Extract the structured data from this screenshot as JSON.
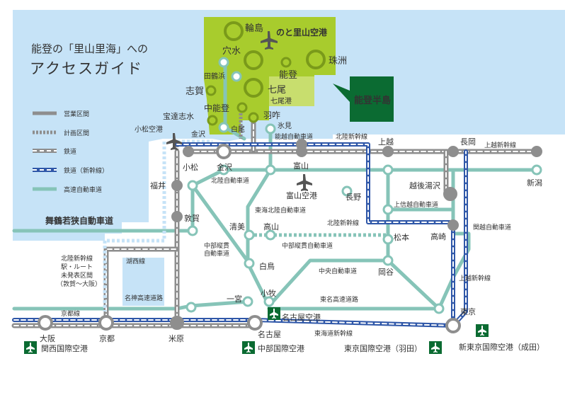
{
  "title": {
    "line1": "能登の「里山里海」への",
    "line2": "アクセスガイド"
  },
  "legend": [
    {
      "key": "operating",
      "label": "営業区間"
    },
    {
      "key": "planned",
      "label": "計画区間"
    },
    {
      "key": "rail",
      "label": "鉄道"
    },
    {
      "key": "shinkansen",
      "label": "鉄道（新幹線）"
    },
    {
      "key": "expressway",
      "label": "高速自動車道"
    }
  ],
  "peninsula_label": "能登半島",
  "noto_airport": "のと里山空港",
  "noto_places": [
    {
      "id": "wajima",
      "label": "輪島"
    },
    {
      "id": "anamizu",
      "label": "穴水"
    },
    {
      "id": "suzu",
      "label": "珠洲"
    },
    {
      "id": "tatsuruhama",
      "label": "田鶴浜"
    },
    {
      "id": "noto",
      "label": "能登"
    },
    {
      "id": "shika",
      "label": "志賀"
    },
    {
      "id": "nanao",
      "label": "七尾"
    },
    {
      "id": "nanao_port",
      "label": "七尾港"
    },
    {
      "id": "nakanoto",
      "label": "中能登"
    },
    {
      "id": "hakui",
      "label": "羽咋"
    },
    {
      "id": "hodatsushimizu",
      "label": "宝達志水"
    },
    {
      "id": "shiroo",
      "label": "白尾"
    },
    {
      "id": "himi",
      "label": "氷見"
    }
  ],
  "stations": [
    {
      "id": "kanazawa",
      "label": "金沢"
    },
    {
      "id": "komatsu",
      "label": "小松"
    },
    {
      "id": "fukui",
      "label": "福井"
    },
    {
      "id": "tsuruga",
      "label": "敦賀"
    },
    {
      "id": "toyama",
      "label": "富山"
    },
    {
      "id": "joetsu",
      "label": "上越"
    },
    {
      "id": "nagaoka",
      "label": "長岡"
    },
    {
      "id": "niigata",
      "label": "新潟"
    },
    {
      "id": "echigo_yuzawa",
      "label": "越後湯沢"
    },
    {
      "id": "nagano",
      "label": "長野"
    },
    {
      "id": "takasaki",
      "label": "高崎"
    },
    {
      "id": "matsumoto",
      "label": "松本"
    },
    {
      "id": "okaya",
      "label": "岡谷"
    },
    {
      "id": "kiyomi",
      "label": "清美"
    },
    {
      "id": "takayama",
      "label": "高山"
    },
    {
      "id": "shirotori",
      "label": "白鳥"
    },
    {
      "id": "ichinomiya",
      "label": "一宮"
    },
    {
      "id": "komaki",
      "label": "小牧"
    },
    {
      "id": "osaka",
      "label": "大阪"
    },
    {
      "id": "kyoto",
      "label": "京都"
    },
    {
      "id": "maibara",
      "label": "米原"
    },
    {
      "id": "nagoya",
      "label": "名古屋"
    },
    {
      "id": "tokyo",
      "label": "東京"
    }
  ],
  "airports": [
    {
      "id": "komatsu_airport",
      "label": "小松空港"
    },
    {
      "id": "toyama_airport",
      "label": "富山空港"
    },
    {
      "id": "nagoya_airport",
      "label": "名古屋空港"
    },
    {
      "id": "kansai_airport",
      "label": "関西国際空港"
    },
    {
      "id": "chubu_airport",
      "label": "中部国際空港"
    },
    {
      "id": "haneda_airport",
      "label": "東京国際空港（羽田）"
    },
    {
      "id": "narita_airport",
      "label": "新東京国際空港（成田）"
    }
  ],
  "routes": [
    {
      "id": "noto_expressway",
      "label": "能越自動車道"
    },
    {
      "id": "hokuriku_shinkansen_top",
      "label": "北陸新幹線"
    },
    {
      "id": "joetsu_shinkansen",
      "label": "上越新幹線"
    },
    {
      "id": "hokuriku_expressway",
      "label": "北陸自動車道"
    },
    {
      "id": "tokai_hokuriku_expressway",
      "label": "東海北陸自動車道"
    },
    {
      "id": "hokuriku_shinkansen_mid",
      "label": "北陸新幹線"
    },
    {
      "id": "joshinetsu_expressway",
      "label": "上信越自動車道"
    },
    {
      "id": "kanetsu_expressway",
      "label": "関越自動車道"
    },
    {
      "id": "chubu_jukan_road",
      "label": "中部縦貫自動車道"
    },
    {
      "id": "chubu_jukan_road2",
      "label": "中部縦貫\n自動車道"
    },
    {
      "id": "maizuru_wakasa",
      "label": "舞鶴若狭自動車道"
    },
    {
      "id": "chuo_expressway",
      "label": "中央自動車道"
    },
    {
      "id": "hokuriku_shinkansen_unplanned",
      "label": "北陸新幹線\n駅・ルート\n未発表区間\n（敦賀～大阪）"
    },
    {
      "id": "kosei_line",
      "label": "湖西線"
    },
    {
      "id": "meishin_expressway",
      "label": "名神高速道路"
    },
    {
      "id": "tomei_expressway",
      "label": "東名高速道路"
    },
    {
      "id": "nagano_shinkansen",
      "label": "上越新幹線"
    },
    {
      "id": "kyoto_line",
      "label": "京都線"
    },
    {
      "id": "tokaido_shinkansen",
      "label": "東海道新幹線"
    }
  ],
  "colors": {
    "sea": "#c6e3f7",
    "noto_green": "#a8cc2d",
    "noto_light": "#c8de6e",
    "dark_green": "#0b6b32",
    "expressway": "#86c4b8",
    "shinkansen": "#2f57a8",
    "rail_gray": "#8e8e8e",
    "node_outline": "#5ca89a"
  }
}
